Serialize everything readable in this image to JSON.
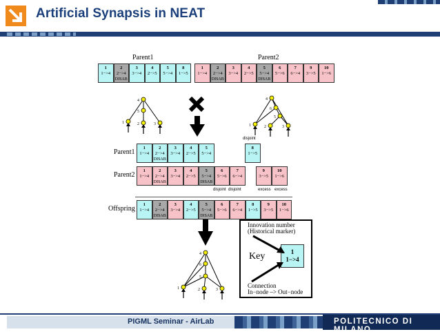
{
  "header": {
    "title": "Artificial Synapsis in NEAT"
  },
  "footer": {
    "seminar": "PIGML Seminar - AirLab",
    "brand": "POLITECNICO DI MILANO"
  },
  "labels": {
    "parent1_top": "Parent1",
    "parent2_top": "Parent2",
    "parent1_mid": "Parent1",
    "parent2_mid": "Parent2",
    "offspring": "Offspring",
    "disjoint_a": "disjoint",
    "disjoint_b": "disjoint",
    "disjoint_c": "disjoint",
    "excess_a": "excess",
    "excess_b": "excess"
  },
  "key": {
    "title": "Key",
    "innovation_title": "Innovation number",
    "innovation_sub": "(Historical marker)",
    "connection_title": "Connection",
    "connection_sub": "In−node –> Out−node",
    "example_num": "1",
    "example_conn": "1−>4"
  },
  "parent1_genome": [
    {
      "num": "1",
      "conn": "1−>4",
      "disab": "",
      "color": "blue"
    },
    {
      "num": "2",
      "conn": "2−>4",
      "disab": "DISAB",
      "color": "gray"
    },
    {
      "num": "3",
      "conn": "3−>4",
      "disab": "",
      "color": "blue"
    },
    {
      "num": "4",
      "conn": "2−>5",
      "disab": "",
      "color": "blue"
    },
    {
      "num": "5",
      "conn": "5−>4",
      "disab": "",
      "color": "blue"
    },
    {
      "num": "8",
      "conn": "1−>5",
      "disab": "",
      "color": "blue"
    }
  ],
  "parent2_genome": [
    {
      "num": "1",
      "conn": "1−>4",
      "disab": "",
      "color": "pink"
    },
    {
      "num": "2",
      "conn": "2−>4",
      "disab": "DISAB",
      "color": "gray"
    },
    {
      "num": "3",
      "conn": "3−>4",
      "disab": "",
      "color": "pink"
    },
    {
      "num": "4",
      "conn": "2−>5",
      "disab": "",
      "color": "pink"
    },
    {
      "num": "5",
      "conn": "5−>4",
      "disab": "DISAB",
      "color": "gray"
    },
    {
      "num": "6",
      "conn": "5−>6",
      "disab": "",
      "color": "pink"
    },
    {
      "num": "7",
      "conn": "6−>4",
      "disab": "",
      "color": "pink"
    },
    {
      "num": "9",
      "conn": "3−>5",
      "disab": "",
      "color": "pink"
    },
    {
      "num": "10",
      "conn": "1−>6",
      "disab": "",
      "color": "pink"
    }
  ],
  "aligned_parent1": [
    {
      "num": "1",
      "conn": "1−>4",
      "disab": "",
      "color": "blue"
    },
    {
      "num": "2",
      "conn": "2−>4",
      "disab": "DISAB",
      "color": "blue"
    },
    {
      "num": "3",
      "conn": "3−>4",
      "disab": "",
      "color": "blue"
    },
    {
      "num": "4",
      "conn": "2−>5",
      "disab": "",
      "color": "blue"
    },
    {
      "num": "5",
      "conn": "5−>4",
      "disab": "",
      "color": "blue"
    },
    {
      "num": "8",
      "conn": "1−>5",
      "disab": "",
      "color": "blue"
    }
  ],
  "aligned_parent2": [
    {
      "num": "1",
      "conn": "1−>4",
      "disab": "",
      "color": "pink"
    },
    {
      "num": "2",
      "conn": "2−>4",
      "disab": "DISAB",
      "color": "pink"
    },
    {
      "num": "3",
      "conn": "3−>4",
      "disab": "",
      "color": "pink"
    },
    {
      "num": "4",
      "conn": "2−>5",
      "disab": "",
      "color": "pink"
    },
    {
      "num": "5",
      "conn": "5−>4",
      "disab": "DISAB",
      "color": "gray"
    },
    {
      "num": "6",
      "conn": "5−>6",
      "disab": "",
      "color": "pink"
    },
    {
      "num": "7",
      "conn": "6−>4",
      "disab": "",
      "color": "pink"
    },
    {
      "num": "9",
      "conn": "3−>5",
      "disab": "",
      "color": "pink"
    },
    {
      "num": "10",
      "conn": "1−>6",
      "disab": "",
      "color": "pink"
    }
  ],
  "offspring_genome": [
    {
      "num": "1",
      "conn": "1−>4",
      "disab": "",
      "color": "blue"
    },
    {
      "num": "2",
      "conn": "2−>4",
      "disab": "DISAB",
      "color": "gray"
    },
    {
      "num": "3",
      "conn": "3−>4",
      "disab": "",
      "color": "pink"
    },
    {
      "num": "4",
      "conn": "2−>5",
      "disab": "",
      "color": "blue"
    },
    {
      "num": "5",
      "conn": "5−>4",
      "disab": "DISAB",
      "color": "gray"
    },
    {
      "num": "6",
      "conn": "5−>6",
      "disab": "",
      "color": "pink"
    },
    {
      "num": "7",
      "conn": "6−>4",
      "disab": "",
      "color": "pink"
    },
    {
      "num": "8",
      "conn": "1−>5",
      "disab": "",
      "color": "blue"
    },
    {
      "num": "9",
      "conn": "3−>5",
      "disab": "",
      "color": "pink"
    },
    {
      "num": "10",
      "conn": "1−>6",
      "disab": "",
      "color": "pink"
    }
  ],
  "net_labels": {
    "p1": [
      "1",
      "2",
      "3",
      "4",
      "5"
    ],
    "p2": [
      "1",
      "2",
      "3",
      "4",
      "5",
      "6"
    ],
    "off": [
      "1",
      "2",
      "3",
      "4",
      "5",
      "6"
    ]
  },
  "colors": {
    "title": "#1b3f7a",
    "blue": "#b9f4f4",
    "pink": "#f7c3c9",
    "gray": "#a8a8a8",
    "footer_dark": "#112a55",
    "node": "#f5f000"
  }
}
